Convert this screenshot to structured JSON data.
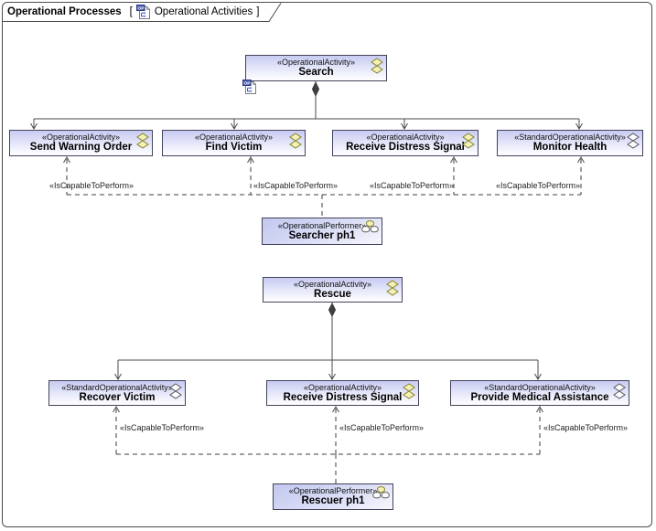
{
  "frame": {
    "title": "Operational Processes",
    "open_bracket": "[",
    "close_bracket": "]",
    "diagram_name": "Operational Activities",
    "diagram_icon": "operational-processes-diagram-icon"
  },
  "nodes": {
    "search": {
      "stereotype": "«OperationalActivity»",
      "name": "Search",
      "icon": "activity-diamonds-icon",
      "subdiagram_marker": true
    },
    "send_warning_order": {
      "stereotype": "«OperationalActivity»",
      "name": "Send Warning Order",
      "icon": "activity-diamonds-icon"
    },
    "find_victim": {
      "stereotype": "«OperationalActivity»",
      "name": "Find Victim",
      "icon": "activity-diamonds-icon"
    },
    "receive_distress_signal_1": {
      "stereotype": "«OperationalActivity»",
      "name": "Receive Distress Signal",
      "icon": "activity-diamonds-icon"
    },
    "monitor_health": {
      "stereotype": "«StandardOperationalActivity»",
      "name": "Monitor Health",
      "icon": "activity-diamonds-outline-icon"
    },
    "searcher": {
      "stereotype": "«OperationalPerformer»",
      "name": "Searcher ph1",
      "icon": "performer-icon"
    },
    "rescue": {
      "stereotype": "«OperationalActivity»",
      "name": "Rescue",
      "icon": "activity-diamonds-icon"
    },
    "recover_victim": {
      "stereotype": "«StandardOperationalActivity»",
      "name": "Recover Victim",
      "icon": "activity-diamonds-outline-icon"
    },
    "receive_distress_signal_2": {
      "stereotype": "«OperationalActivity»",
      "name": "Receive Distress Signal",
      "icon": "activity-diamonds-icon"
    },
    "provide_medical_assistance": {
      "stereotype": "«StandardOperationalActivity»",
      "name": "Provide Medical Assistance",
      "icon": "activity-diamonds-outline-icon"
    },
    "rescuer": {
      "stereotype": "«OperationalPerformer»",
      "name": "Rescuer ph1",
      "icon": "performer-icon"
    }
  },
  "edges": [
    {
      "label": "«IsCapableToPerform»",
      "from": "Searcher ph1",
      "to": "Send Warning Order",
      "style": "dashed-arrow"
    },
    {
      "label": "«IsCapableToPerform»",
      "from": "Searcher ph1",
      "to": "Find Victim",
      "style": "dashed-arrow"
    },
    {
      "label": "«IsCapableToPerform»",
      "from": "Searcher ph1",
      "to": "Receive Distress Signal",
      "style": "dashed-arrow"
    },
    {
      "label": "«IsCapableToPerform»",
      "from": "Searcher ph1",
      "to": "Monitor Health",
      "style": "dashed-arrow"
    },
    {
      "label": "«IsCapableToPerform»",
      "from": "Rescuer ph1",
      "to": "Recover Victim",
      "style": "dashed-arrow"
    },
    {
      "label": "«IsCapableToPerform»",
      "from": "Rescuer ph1",
      "to": "Receive Distress Signal",
      "style": "dashed-arrow"
    },
    {
      "label": "«IsCapableToPerform»",
      "from": "Rescuer ph1",
      "to": "Provide Medical Assistance",
      "style": "dashed-arrow"
    }
  ],
  "tree_edges": [
    {
      "from": "Search",
      "to": [
        "Send Warning Order",
        "Find Victim",
        "Receive Distress Signal",
        "Monitor Health"
      ],
      "style": "solid-composition"
    },
    {
      "from": "Rescue",
      "to": [
        "Recover Victim",
        "Receive Distress Signal",
        "Provide Medical Assistance"
      ],
      "style": "solid-composition"
    }
  ],
  "colors": {
    "node_fill": "#c8cbf2",
    "node_border": "#42425a",
    "activity_icon_fill": "#f5f1b5",
    "activity_icon_stroke": "#83832c",
    "connector": "#4b4b4b",
    "frame_border": "#4d4d4d"
  }
}
